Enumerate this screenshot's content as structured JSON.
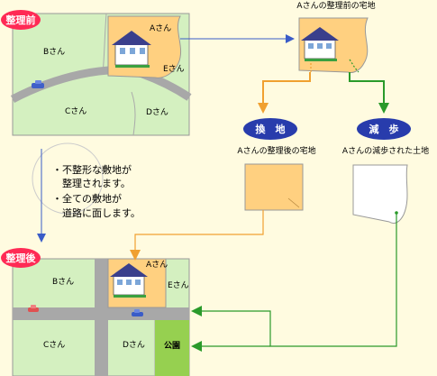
{
  "badges": {
    "before": "整理前",
    "after": "整理後"
  },
  "before_map": {
    "plots": {
      "a": "Aさん",
      "b": "Bさん",
      "c": "Cさん",
      "d": "Dさん",
      "e": "Eさん"
    }
  },
  "after_map": {
    "plots": {
      "a": "Aさん",
      "b": "Bさん",
      "c": "Cさん",
      "d": "Dさん",
      "e": "Eさん",
      "park": "公園"
    }
  },
  "captions": {
    "a_before": "Aさんの整理前の宅地",
    "a_after": "Aさんの整理後の宅地",
    "a_reduced": "Aさんの減歩された土地"
  },
  "pills": {
    "exchange": "換　地",
    "reduction": "減　歩"
  },
  "bullets": [
    "・不整形な敷地が",
    "　整理されます。",
    "・全ての敷地が",
    "　道路に面します。"
  ],
  "colors": {
    "background": "#fffbe0",
    "plot_green": "#d4f0c0",
    "lot_orange": "#ffd080",
    "badge_red": "#ff2a55",
    "pill_blue": "#283cac",
    "arrow_blue": "#3a5cc8",
    "arrow_orange": "#f0a030",
    "arrow_green": "#2a9a2a",
    "park_green": "#96d050",
    "road_gray": "#a0a0a0"
  }
}
